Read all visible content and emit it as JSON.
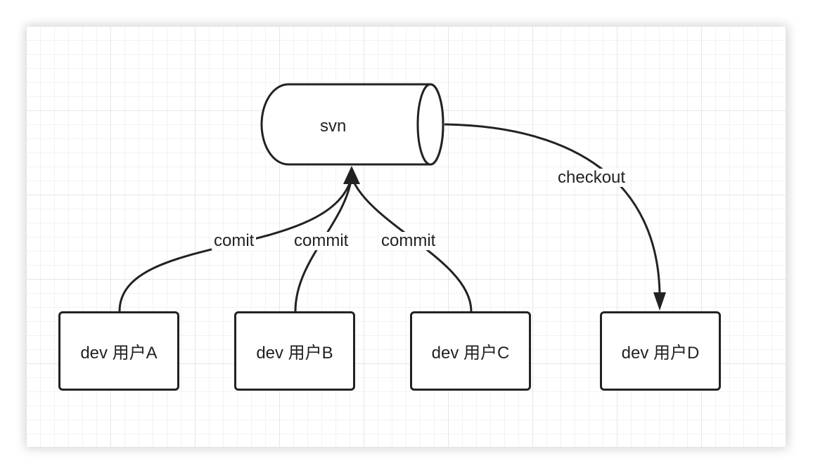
{
  "nodes": {
    "svn": "svn",
    "user_a": "dev 用户A",
    "user_b": "dev 用户B",
    "user_c": "dev 用户C",
    "user_d": "dev 用户D"
  },
  "edges": {
    "commit_a": "comit",
    "commit_b": "commit",
    "commit_c": "commit",
    "checkout": "checkout"
  }
}
